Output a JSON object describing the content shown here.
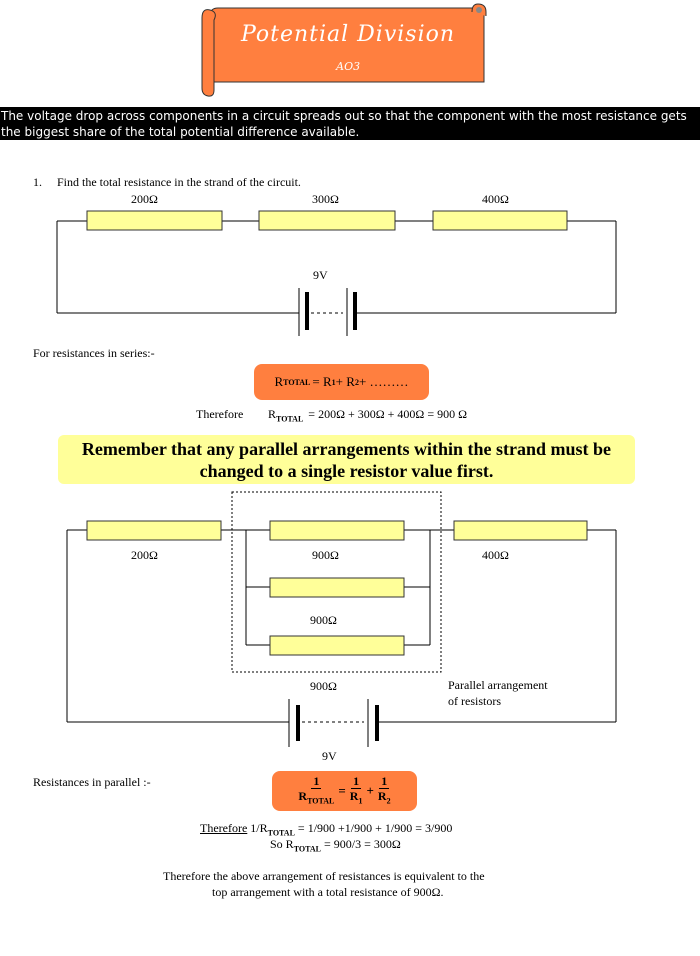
{
  "banner": {
    "title": "Potential Division",
    "subtitle": "АО3"
  },
  "intro": "The voltage drop across components in a circuit spreads out so that the component with the most resistance gets the biggest share of the total potential difference available.",
  "step1": {
    "number": "1.",
    "text": "Find the total resistance in the strand of the circuit."
  },
  "circuit1": {
    "r1": "200Ω",
    "r2": "300Ω",
    "r3": "400Ω",
    "battery": "9V"
  },
  "series": {
    "heading": "For resistances in series:-",
    "formula_r": "R",
    "formula_total": "TOTAL",
    "formula_rest": "= R",
    "formula_1": "1",
    "formula_plus": " + R",
    "formula_2": "2",
    "formula_tail": " + ………",
    "therefore": "Therefore",
    "result_r": "R",
    "result_total": "TOTAL",
    "result_rest": "=  200Ω  + 300Ω  + 400Ω  =  900 Ω"
  },
  "remember": "Remember that any parallel arrangements within the strand must be changed to a single resistor value first.",
  "circuit2": {
    "r_left": "200Ω",
    "r_par1": "900Ω",
    "r_par2": "900Ω",
    "r_par3": "900Ω",
    "r_right": "400Ω",
    "battery": "9V",
    "parallel_label_1": "Parallel arrangement",
    "parallel_label_2": "of resistors"
  },
  "parallel": {
    "heading": "Resistances in parallel :-",
    "f_one": "1",
    "f_r": "R",
    "f_total": "TOTAL",
    "f_eq": "=",
    "f_one2": "1",
    "f_r1": "R",
    "f_sub1": "1",
    "f_plus": "+",
    "f_one3": "1",
    "f_r2": "R",
    "f_sub2": "2",
    "calc_therefore": "Therefore",
    "calc_1": " 1/R",
    "calc_total": "TOTAL",
    "calc_1_rest": " = 1/900 +1/900 + 1/900 = 3/900",
    "calc_2": "So R",
    "calc_total2": "TOTAL",
    "calc_2_rest": " = 900/3 = 300Ω",
    "conclusion_1": "Therefore the above arrangement of resistances is equivalent to the",
    "conclusion_2": "top arrangement with a total resistance of 900Ω."
  },
  "colors": {
    "orange": "#ff7f3f",
    "yellow": "#ffff99",
    "black": "#000000"
  }
}
